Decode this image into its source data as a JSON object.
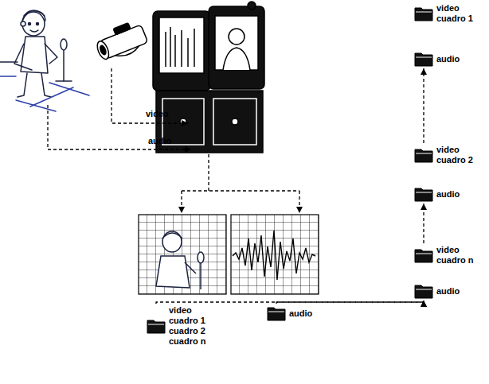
{
  "diagram": {
    "nodes": [
      {
        "text": [
          "video cuadro 1 cuadro 2 cuadro n"
        ]
      },
      {
        "text": [
          "audio"
        ]
      },
      {
        "text": [
          "video cuadro 1"
        ]
      },
      {
        "text": [
          "audio"
        ]
      },
      {
        "text": [
          "video cuadro 2"
        ]
      },
      {
        "text": [
          "audio"
        ]
      },
      {
        "text": [
          "video cuadro n"
        ]
      },
      {
        "text": [
          "audio"
        ]
      }
    ],
    "edges": [
      {
        "from": 0,
        "to": 7,
        "arrow": "to"
      },
      {
        "from": 1,
        "to": 7,
        "arrow": "to"
      },
      {
        "from": 6,
        "to": 5,
        "arrow": "to"
      },
      {
        "from": 4,
        "to": 3,
        "arrow": "to"
      }
    ],
    "labels": [
      "video",
      "audio"
    ]
  }
}
